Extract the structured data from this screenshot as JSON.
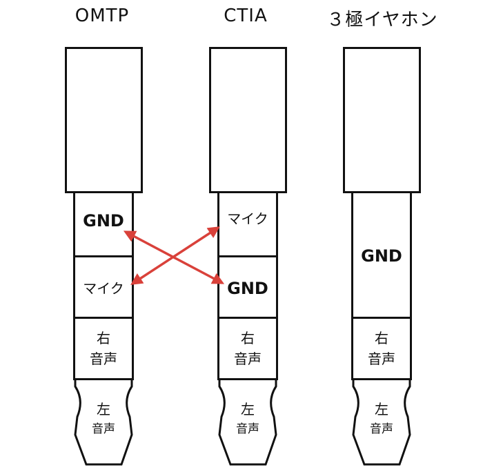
{
  "headers": {
    "omtp": "OMTP",
    "ctia": "CTIA",
    "three": "３極イヤホン"
  },
  "omtp": {
    "seg1": "GND",
    "seg2": "マイク",
    "seg3a": "右",
    "seg3b": "音声",
    "tip_a": "左",
    "tip_b": "音声"
  },
  "ctia": {
    "seg1": "マイク",
    "seg2": "GND",
    "seg3a": "右",
    "seg3b": "音声",
    "tip_a": "左",
    "tip_b": "音声"
  },
  "three": {
    "seg1": "GND",
    "seg3a": "右",
    "seg3b": "音声",
    "tip_a": "左",
    "tip_b": "音声"
  },
  "colors": {
    "arrow": "#d9413a",
    "outline": "#111111"
  }
}
